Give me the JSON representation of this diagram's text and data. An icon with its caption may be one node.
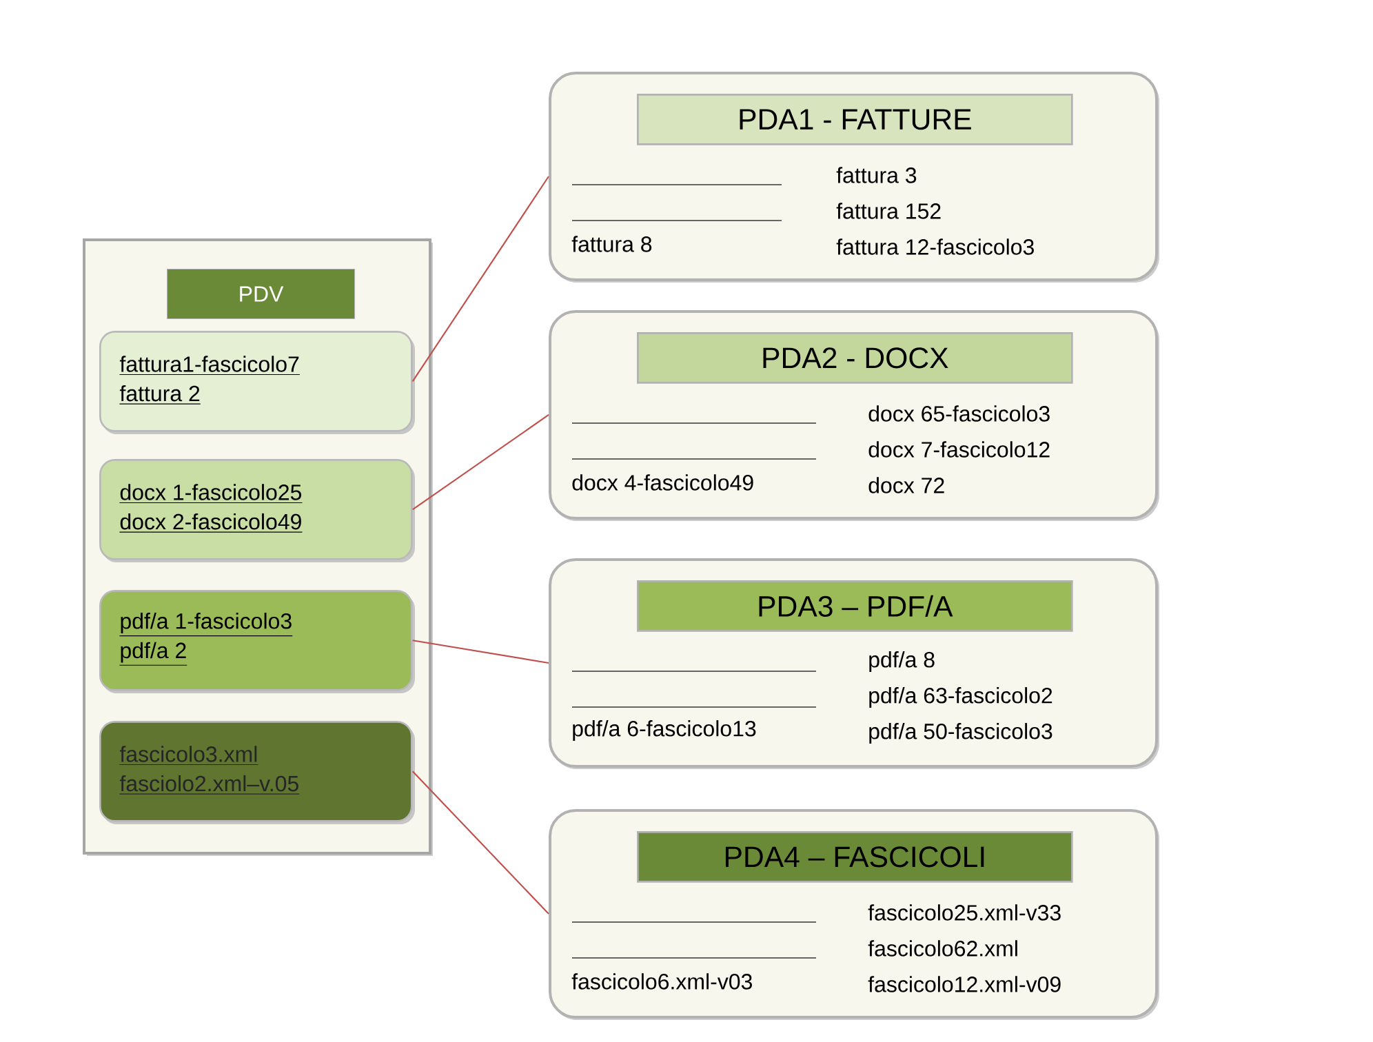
{
  "diagram": {
    "nodes": [
      {
        "text": [
          "PDV"
        ]
      },
      {
        "text": [
          "fattura1-fascicolo7",
          "fattura 2"
        ],
        "in": 0
      },
      {
        "text": [
          "docx 1-fascicolo25",
          "docx 2-fascicolo49"
        ],
        "in": 0
      },
      {
        "text": [
          "pdf/a 1-fascicolo3",
          "pdf/a 2"
        ],
        "in": 0
      },
      {
        "text": [
          "fascicolo3.xml",
          "fasciolo2.xml–v.05"
        ],
        "in": 0
      },
      {
        "text": [
          "PDA1 - FATTURE",
          "fattura 8",
          "fattura 3",
          "fattura 152",
          "fattura 12-fascicolo3"
        ]
      },
      {
        "text": [
          "PDA2 - DOCX",
          "docx 4-fascicolo49",
          "docx 65-fascicolo3",
          "docx 7-fascicolo12",
          "docx 72"
        ]
      },
      {
        "text": [
          "PDA3 – PDF/A",
          "pdf/a 6-fascicolo13",
          "pdf/a 8",
          "pdf/a 63-fascicolo2",
          "pdf/a 50-fascicolo3"
        ]
      },
      {
        "text": [
          "PDA4 – FASCICOLI",
          "fascicolo6.xml-v03",
          "fascicolo25.xml-v33",
          "fascicolo62.xml",
          "fascicolo12.xml-v09"
        ]
      }
    ],
    "edges": [
      {
        "from": 1,
        "to": 5,
        "arrow": "none"
      },
      {
        "from": 2,
        "to": 6,
        "arrow": "none"
      },
      {
        "from": 3,
        "to": 7,
        "arrow": "none"
      },
      {
        "from": 4,
        "to": 8,
        "arrow": "none"
      }
    ]
  }
}
